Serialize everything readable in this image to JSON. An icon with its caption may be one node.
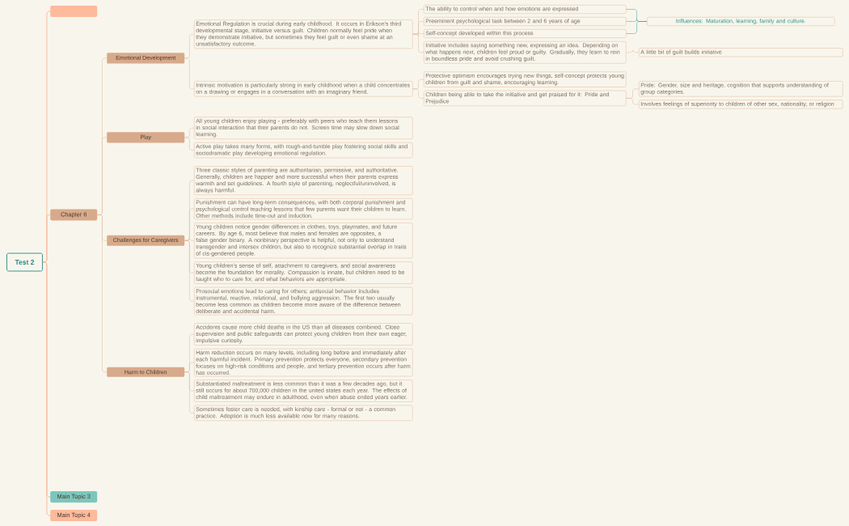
{
  "diagram": {
    "nodes": [
      {
        "text": [
          "Test 2"
        ]
      },
      {
        "text": [],
        "shape": "box"
      },
      {
        "text": [
          "Chapter 6"
        ]
      },
      {
        "text": [
          "Emotional Development"
        ]
      },
      {
        "text": [
          "Emotional Regulation is crucial during early childhood. It occurs in Erikson's third developmental stage, initiative versus guilt. Children normally feel pride when they demonstrate initiative, but sometimes they feel guilt or even shame at an unsatisfactory outcome."
        ]
      },
      {
        "text": [
          "The ability to control when and how emotions are expressed"
        ]
      },
      {
        "text": [
          "Preeminent psychological task between 2 and 6 years of age"
        ]
      },
      {
        "text": [
          "Self-concept developed within this process"
        ]
      },
      {
        "text": [
          "Initiative includes saying something new, expressing an idea. Depending on what happens next, children feel proud or guilty. Gradually, they learn to rein in boundless pride and avoid crushing guilt."
        ]
      },
      {
        "text": [
          "Influences: Maturation, learning, family and culture."
        ]
      },
      {
        "text": [
          "A little bit of guilt builds initiative"
        ]
      },
      {
        "text": [
          "Intrinsic motivation is particularly strong in early childhood when a child concentrates on a drawing or engages in a conversation with an imaginary friend."
        ]
      },
      {
        "text": [
          "Protective optimism encourages trying new things, self-concept protects young children from guilt and shame, encouraging learning."
        ]
      },
      {
        "text": [
          "Children being able to take the initiative and get praised for it: Pride and Prejudice"
        ]
      },
      {
        "text": [
          "Pride: Gender, size and heritage, cognition that supports understanding of group categories."
        ]
      },
      {
        "text": [
          "Involves feelings of superiority to children of other sex, nationality, or religion"
        ]
      },
      {
        "text": [
          "Play"
        ]
      },
      {
        "text": [
          "All young children enjoy playing - preferably with peers who teach them lessons in social interaction that their parents do not. Screen time may slow down social learning."
        ]
      },
      {
        "text": [
          "Active play takes many forms, with rough-and-tumble play fostering social skills and sociodramatic play developing emotional regulation."
        ]
      },
      {
        "text": [
          "Challenges for Caregivers"
        ]
      },
      {
        "text": [
          "Three classic styles of parenting are authoritarian, permissive, and authoritative. Generally, children are happier and more successful when their parents express warmth and set guidelines. A fourth style of parenting, neglectful/uninvolved, is always harmful."
        ]
      },
      {
        "text": [
          "Punishment can have long-term consequences, with both corporal punishment and psychological control teaching lessons that few parents want their children to learn. Other methods include time-out and induction."
        ]
      },
      {
        "text": [
          "Young children notice gender differences in clothes, toys, playmates, and future careers. By age 6, most believe that males and females are opposites, a false gender binary. A nonbinary perspective is helpful, not only to understand transgender and intersex children, but also to recognize substantial overlap in traits of cis-gendered people."
        ]
      },
      {
        "text": [
          "Young children's sense of self, attachment to caregivers, and social awareness become the foundation for morality. Compassion is innate, but children need to be taught who to care for, and what behaviors are appropriate."
        ]
      },
      {
        "text": [
          "Prosocial emotions lead to caring for others; antisocial behavior includes instrumental, reactive, relational, and bullying aggression. The first two usually become less common as children become more aware of the difference between deliberate and accidental harm."
        ]
      },
      {
        "text": [
          "Harm to Children"
        ]
      },
      {
        "text": [
          "Accidents cause more child deaths in the US than all diseases combined. Close supervision and public safeguards can protect young children from their own eager, impulsive curiosity."
        ]
      },
      {
        "text": [
          "Harm reduction occurs on many levels, including long before and immediately after each harmful incident. Primary prevention protects everyone, secondary prevention focuses on high-risk conditions and people, and tertiary prevention occurs after harm has occurred."
        ]
      },
      {
        "text": [
          "Substantiated maltreatment is less common than it was a few decades ago, but it still occurs for about 700,000 children in the united states each year. The effects of child maltreatment may endure in adulthood, even when abuse ended years earlier."
        ]
      },
      {
        "text": [
          "Sometimes foster care is needed, with kinship care - formal or not - a common practice. Adoption is much less available now for many reasons."
        ]
      },
      {
        "text": [
          "Main Topic 3"
        ]
      },
      {
        "text": [
          "Main Topic 4"
        ]
      }
    ],
    "edges": [
      {
        "from": 0,
        "to": 1,
        "arrow": "none"
      },
      {
        "from": 0,
        "to": 2,
        "arrow": "none"
      },
      {
        "from": 0,
        "to": 30,
        "arrow": "none"
      },
      {
        "from": 0,
        "to": 31,
        "arrow": "none"
      },
      {
        "from": 2,
        "to": 3,
        "arrow": "none"
      },
      {
        "from": 2,
        "to": 16,
        "arrow": "none"
      },
      {
        "from": 2,
        "to": 19,
        "arrow": "none"
      },
      {
        "from": 2,
        "to": 25,
        "arrow": "none"
      },
      {
        "from": 3,
        "to": 4,
        "arrow": "none"
      },
      {
        "from": 3,
        "to": 11,
        "arrow": "none"
      },
      {
        "from": 4,
        "to": 5,
        "arrow": "none"
      },
      {
        "from": 4,
        "to": 6,
        "arrow": "none"
      },
      {
        "from": 4,
        "to": 7,
        "arrow": "none"
      },
      {
        "from": 4,
        "to": 8,
        "arrow": "none"
      },
      {
        "from": 5,
        "to": 9,
        "arrow": "none",
        "color": "#3a9c9c"
      },
      {
        "from": 6,
        "to": 9,
        "arrow": "none",
        "color": "#3a9c9c"
      },
      {
        "from": 7,
        "to": 9,
        "arrow": "none",
        "color": "#3a9c9c"
      },
      {
        "from": 8,
        "to": 10,
        "arrow": "none"
      },
      {
        "from": 11,
        "to": 12,
        "arrow": "none"
      },
      {
        "from": 11,
        "to": 13,
        "arrow": "none"
      },
      {
        "from": 13,
        "to": 14,
        "arrow": "none"
      },
      {
        "from": 13,
        "to": 15,
        "arrow": "none"
      },
      {
        "from": 16,
        "to": 17,
        "arrow": "none"
      },
      {
        "from": 16,
        "to": 18,
        "arrow": "none"
      },
      {
        "from": 19,
        "to": 20,
        "arrow": "none"
      },
      {
        "from": 19,
        "to": 21,
        "arrow": "none"
      },
      {
        "from": 19,
        "to": 22,
        "arrow": "none"
      },
      {
        "from": 19,
        "to": 23,
        "arrow": "none"
      },
      {
        "from": 19,
        "to": 24,
        "arrow": "none"
      },
      {
        "from": 25,
        "to": 26,
        "arrow": "none"
      },
      {
        "from": 25,
        "to": 27,
        "arrow": "none"
      },
      {
        "from": 25,
        "to": 28,
        "arrow": "none"
      },
      {
        "from": 25,
        "to": 29,
        "arrow": "none"
      }
    ]
  }
}
